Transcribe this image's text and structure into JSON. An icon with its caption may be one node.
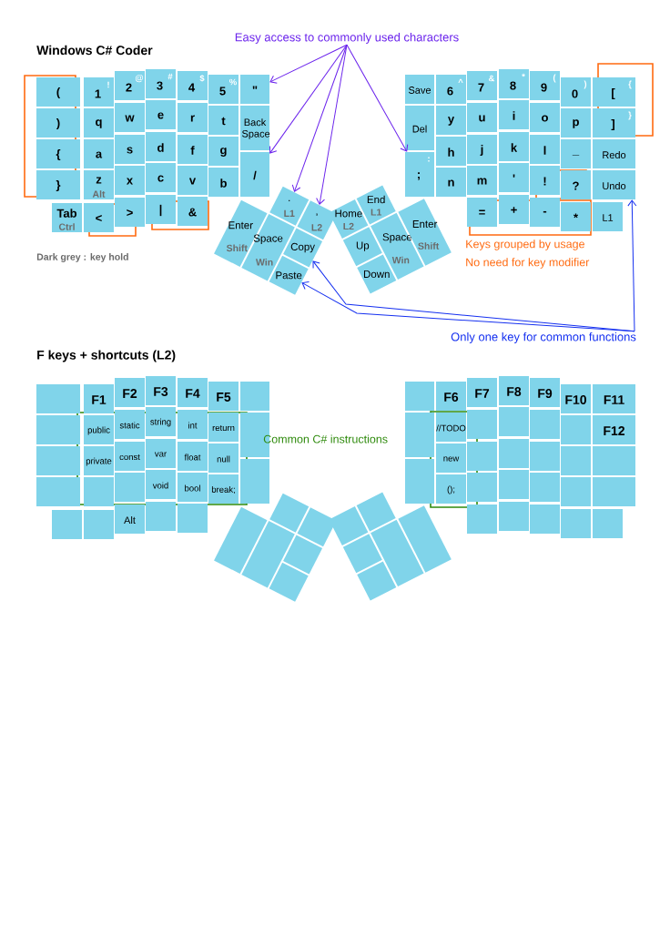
{
  "diagram": {
    "title": "Windows C# Coder",
    "nodes": [
      {
        "text": [
          "Easy access to commonly used characters"
        ]
      },
      {
        "text": [
          "("
        ]
      },
      {
        "text": [
          ")"
        ]
      },
      {
        "text": [
          "{"
        ]
      },
      {
        "text": [
          "}"
        ]
      },
      {
        "text": [
          "Tab",
          "Ctrl"
        ]
      },
      {
        "text": [
          "1",
          "!"
        ]
      },
      {
        "text": [
          "q"
        ]
      },
      {
        "text": [
          "a"
        ]
      },
      {
        "text": [
          "z",
          "Alt"
        ]
      },
      {
        "text": [
          "<"
        ]
      },
      {
        "text": [
          "2",
          "@"
        ]
      },
      {
        "text": [
          "w"
        ]
      },
      {
        "text": [
          "s"
        ]
      },
      {
        "text": [
          "x"
        ]
      },
      {
        "text": [
          ">"
        ]
      },
      {
        "text": [
          "3",
          "#"
        ]
      },
      {
        "text": [
          "e"
        ]
      },
      {
        "text": [
          "d"
        ]
      },
      {
        "text": [
          "c"
        ]
      },
      {
        "text": [
          "|"
        ]
      },
      {
        "text": [
          "4",
          "$"
        ]
      },
      {
        "text": [
          "r"
        ]
      },
      {
        "text": [
          "f"
        ]
      },
      {
        "text": [
          "v"
        ]
      },
      {
        "text": [
          "&"
        ]
      },
      {
        "text": [
          "5",
          "%"
        ]
      },
      {
        "text": [
          "t"
        ]
      },
      {
        "text": [
          "g"
        ]
      },
      {
        "text": [
          "b"
        ]
      },
      {
        "text": [
          "\""
        ]
      },
      {
        "text": [
          "Back Space"
        ]
      },
      {
        "text": [
          "/"
        ]
      },
      {
        "text": [
          "Save"
        ]
      },
      {
        "text": [
          "Del"
        ]
      },
      {
        "text": [
          ";",
          ":"
        ]
      },
      {
        "text": [
          "6",
          "^"
        ]
      },
      {
        "text": [
          "y"
        ]
      },
      {
        "text": [
          "h"
        ]
      },
      {
        "text": [
          "n"
        ]
      },
      {
        "text": [
          "7",
          "&"
        ]
      },
      {
        "text": [
          "u"
        ]
      },
      {
        "text": [
          "j"
        ]
      },
      {
        "text": [
          "m"
        ]
      },
      {
        "text": [
          "="
        ]
      },
      {
        "text": [
          "8",
          "*"
        ]
      },
      {
        "text": [
          "i"
        ]
      },
      {
        "text": [
          "k"
        ]
      },
      {
        "text": [
          "'"
        ]
      },
      {
        "text": [
          "+"
        ]
      },
      {
        "text": [
          "9",
          "("
        ]
      },
      {
        "text": [
          "o"
        ]
      },
      {
        "text": [
          "l"
        ]
      },
      {
        "text": [
          "!"
        ]
      },
      {
        "text": [
          "-"
        ]
      },
      {
        "text": [
          "0",
          ")"
        ]
      },
      {
        "text": [
          "p"
        ]
      },
      {
        "text": [
          "_"
        ]
      },
      {
        "text": [
          "?"
        ]
      },
      {
        "text": [
          "*"
        ]
      },
      {
        "text": [
          "[",
          "{"
        ]
      },
      {
        "text": [
          "]",
          "}"
        ]
      },
      {
        "text": [
          "Redo"
        ]
      },
      {
        "text": [
          "Undo"
        ]
      },
      {
        "text": [
          "L1"
        ]
      },
      {
        "text": [
          ".",
          "L1"
        ]
      },
      {
        "text": [
          ",",
          "L2"
        ]
      },
      {
        "text": [
          "Enter",
          "Shift"
        ]
      },
      {
        "text": [
          "Space",
          "Win"
        ]
      },
      {
        "text": [
          "Copy"
        ]
      },
      {
        "text": [
          "Paste"
        ]
      },
      {
        "text": [
          "Home",
          "L2"
        ]
      },
      {
        "text": [
          "End",
          "L1"
        ]
      },
      {
        "text": [
          "Up"
        ]
      },
      {
        "text": [
          "Down"
        ]
      },
      {
        "text": [
          "Space",
          "Win"
        ]
      },
      {
        "text": [
          "Enter",
          "Shift"
        ]
      },
      {
        "text": [
          "Only one key for common functions"
        ]
      },
      {
        "text": [],
        "shape": "box"
      },
      {
        "text": [],
        "shape": "box"
      },
      {
        "text": [],
        "shape": "box"
      },
      {
        "text": [],
        "shape": "box"
      },
      {
        "text": [],
        "shape": "box"
      },
      {
        "text": [
          "F1"
        ]
      },
      {
        "text": [
          "public"
        ]
      },
      {
        "text": [
          "private"
        ]
      },
      {
        "text": [],
        "shape": "box"
      },
      {
        "text": [],
        "shape": "box"
      },
      {
        "text": [
          "F2"
        ]
      },
      {
        "text": [
          "static"
        ]
      },
      {
        "text": [
          "const"
        ]
      },
      {
        "text": [],
        "shape": "box"
      },
      {
        "text": [
          "Alt"
        ]
      },
      {
        "text": [
          "F3"
        ]
      },
      {
        "text": [
          "string"
        ]
      },
      {
        "text": [
          "var"
        ]
      },
      {
        "text": [
          "void"
        ]
      },
      {
        "text": [],
        "shape": "box"
      },
      {
        "text": [
          "F4"
        ]
      },
      {
        "text": [
          "int"
        ]
      },
      {
        "text": [
          "float"
        ]
      },
      {
        "text": [
          "bool"
        ]
      },
      {
        "text": [],
        "shape": "box"
      },
      {
        "text": [
          "F5"
        ]
      },
      {
        "text": [
          "return"
        ]
      },
      {
        "text": [
          "null"
        ]
      },
      {
        "text": [
          "break;"
        ]
      },
      {
        "text": [],
        "shape": "box"
      },
      {
        "text": [],
        "shape": "box"
      },
      {
        "text": [],
        "shape": "box"
      },
      {
        "text": [],
        "shape": "box"
      },
      {
        "text": [],
        "shape": "box"
      },
      {
        "text": [],
        "shape": "box"
      },
      {
        "text": [
          "F6"
        ]
      },
      {
        "text": [
          "//TODO"
        ]
      },
      {
        "text": [
          "new"
        ]
      },
      {
        "text": [
          "();"
        ]
      },
      {
        "text": [
          "F7"
        ]
      },
      {
        "text": [],
        "shape": "box"
      },
      {
        "text": [],
        "shape": "box"
      },
      {
        "text": [],
        "shape": "box"
      },
      {
        "text": [],
        "shape": "box"
      },
      {
        "text": [
          "F8"
        ]
      },
      {
        "text": [],
        "shape": "box"
      },
      {
        "text": [],
        "shape": "box"
      },
      {
        "text": [],
        "shape": "box"
      },
      {
        "text": [],
        "shape": "box"
      },
      {
        "text": [
          "F9"
        ]
      },
      {
        "text": [],
        "shape": "box"
      },
      {
        "text": [],
        "shape": "box"
      },
      {
        "text": [],
        "shape": "box"
      },
      {
        "text": [],
        "shape": "box"
      },
      {
        "text": [
          "F10"
        ]
      },
      {
        "text": [],
        "shape": "box"
      },
      {
        "text": [],
        "shape": "box"
      },
      {
        "text": [],
        "shape": "box"
      },
      {
        "text": [],
        "shape": "box"
      },
      {
        "text": [
          "F11"
        ]
      },
      {
        "text": [
          "F12"
        ]
      },
      {
        "text": [],
        "shape": "box"
      },
      {
        "text": [],
        "shape": "box"
      },
      {
        "text": [],
        "shape": "box"
      },
      {
        "text": [],
        "shape": "box"
      },
      {
        "text": [],
        "shape": "box"
      },
      {
        "text": [],
        "shape": "box"
      },
      {
        "text": [],
        "shape": "box"
      },
      {
        "text": [],
        "shape": "box"
      },
      {
        "text": [],
        "shape": "box"
      },
      {
        "text": [],
        "shape": "box"
      },
      {
        "text": [],
        "shape": "box"
      },
      {
        "text": [],
        "shape": "box"
      },
      {
        "text": [],
        "shape": "box"
      },
      {
        "text": [],
        "shape": "box"
      },
      {
        "text": [],
        "shape": "box"
      }
    ],
    "edges": [
      {
        "from": 0,
        "to": 30,
        "arrow": "to"
      },
      {
        "from": 0,
        "to": 32,
        "arrow": "to"
      },
      {
        "from": 0,
        "to": 65,
        "arrow": "to"
      },
      {
        "from": 0,
        "to": 66,
        "arrow": "to"
      },
      {
        "from": 0,
        "to": 35,
        "arrow": "to"
      },
      {
        "from": 77,
        "to": 69,
        "arrow": "to",
        "color": "#1530f0"
      },
      {
        "from": 77,
        "to": 70,
        "arrow": "to",
        "color": "#1530f0"
      },
      {
        "from": 77,
        "to": 63,
        "arrow": "to",
        "color": "#1530f0"
      }
    ],
    "labels": [
      "Keys grouped by usage",
      "Dark grey : key hold",
      "No need for key modifier",
      "F keys + shortcuts (L2)",
      "Common C# instructions"
    ]
  }
}
